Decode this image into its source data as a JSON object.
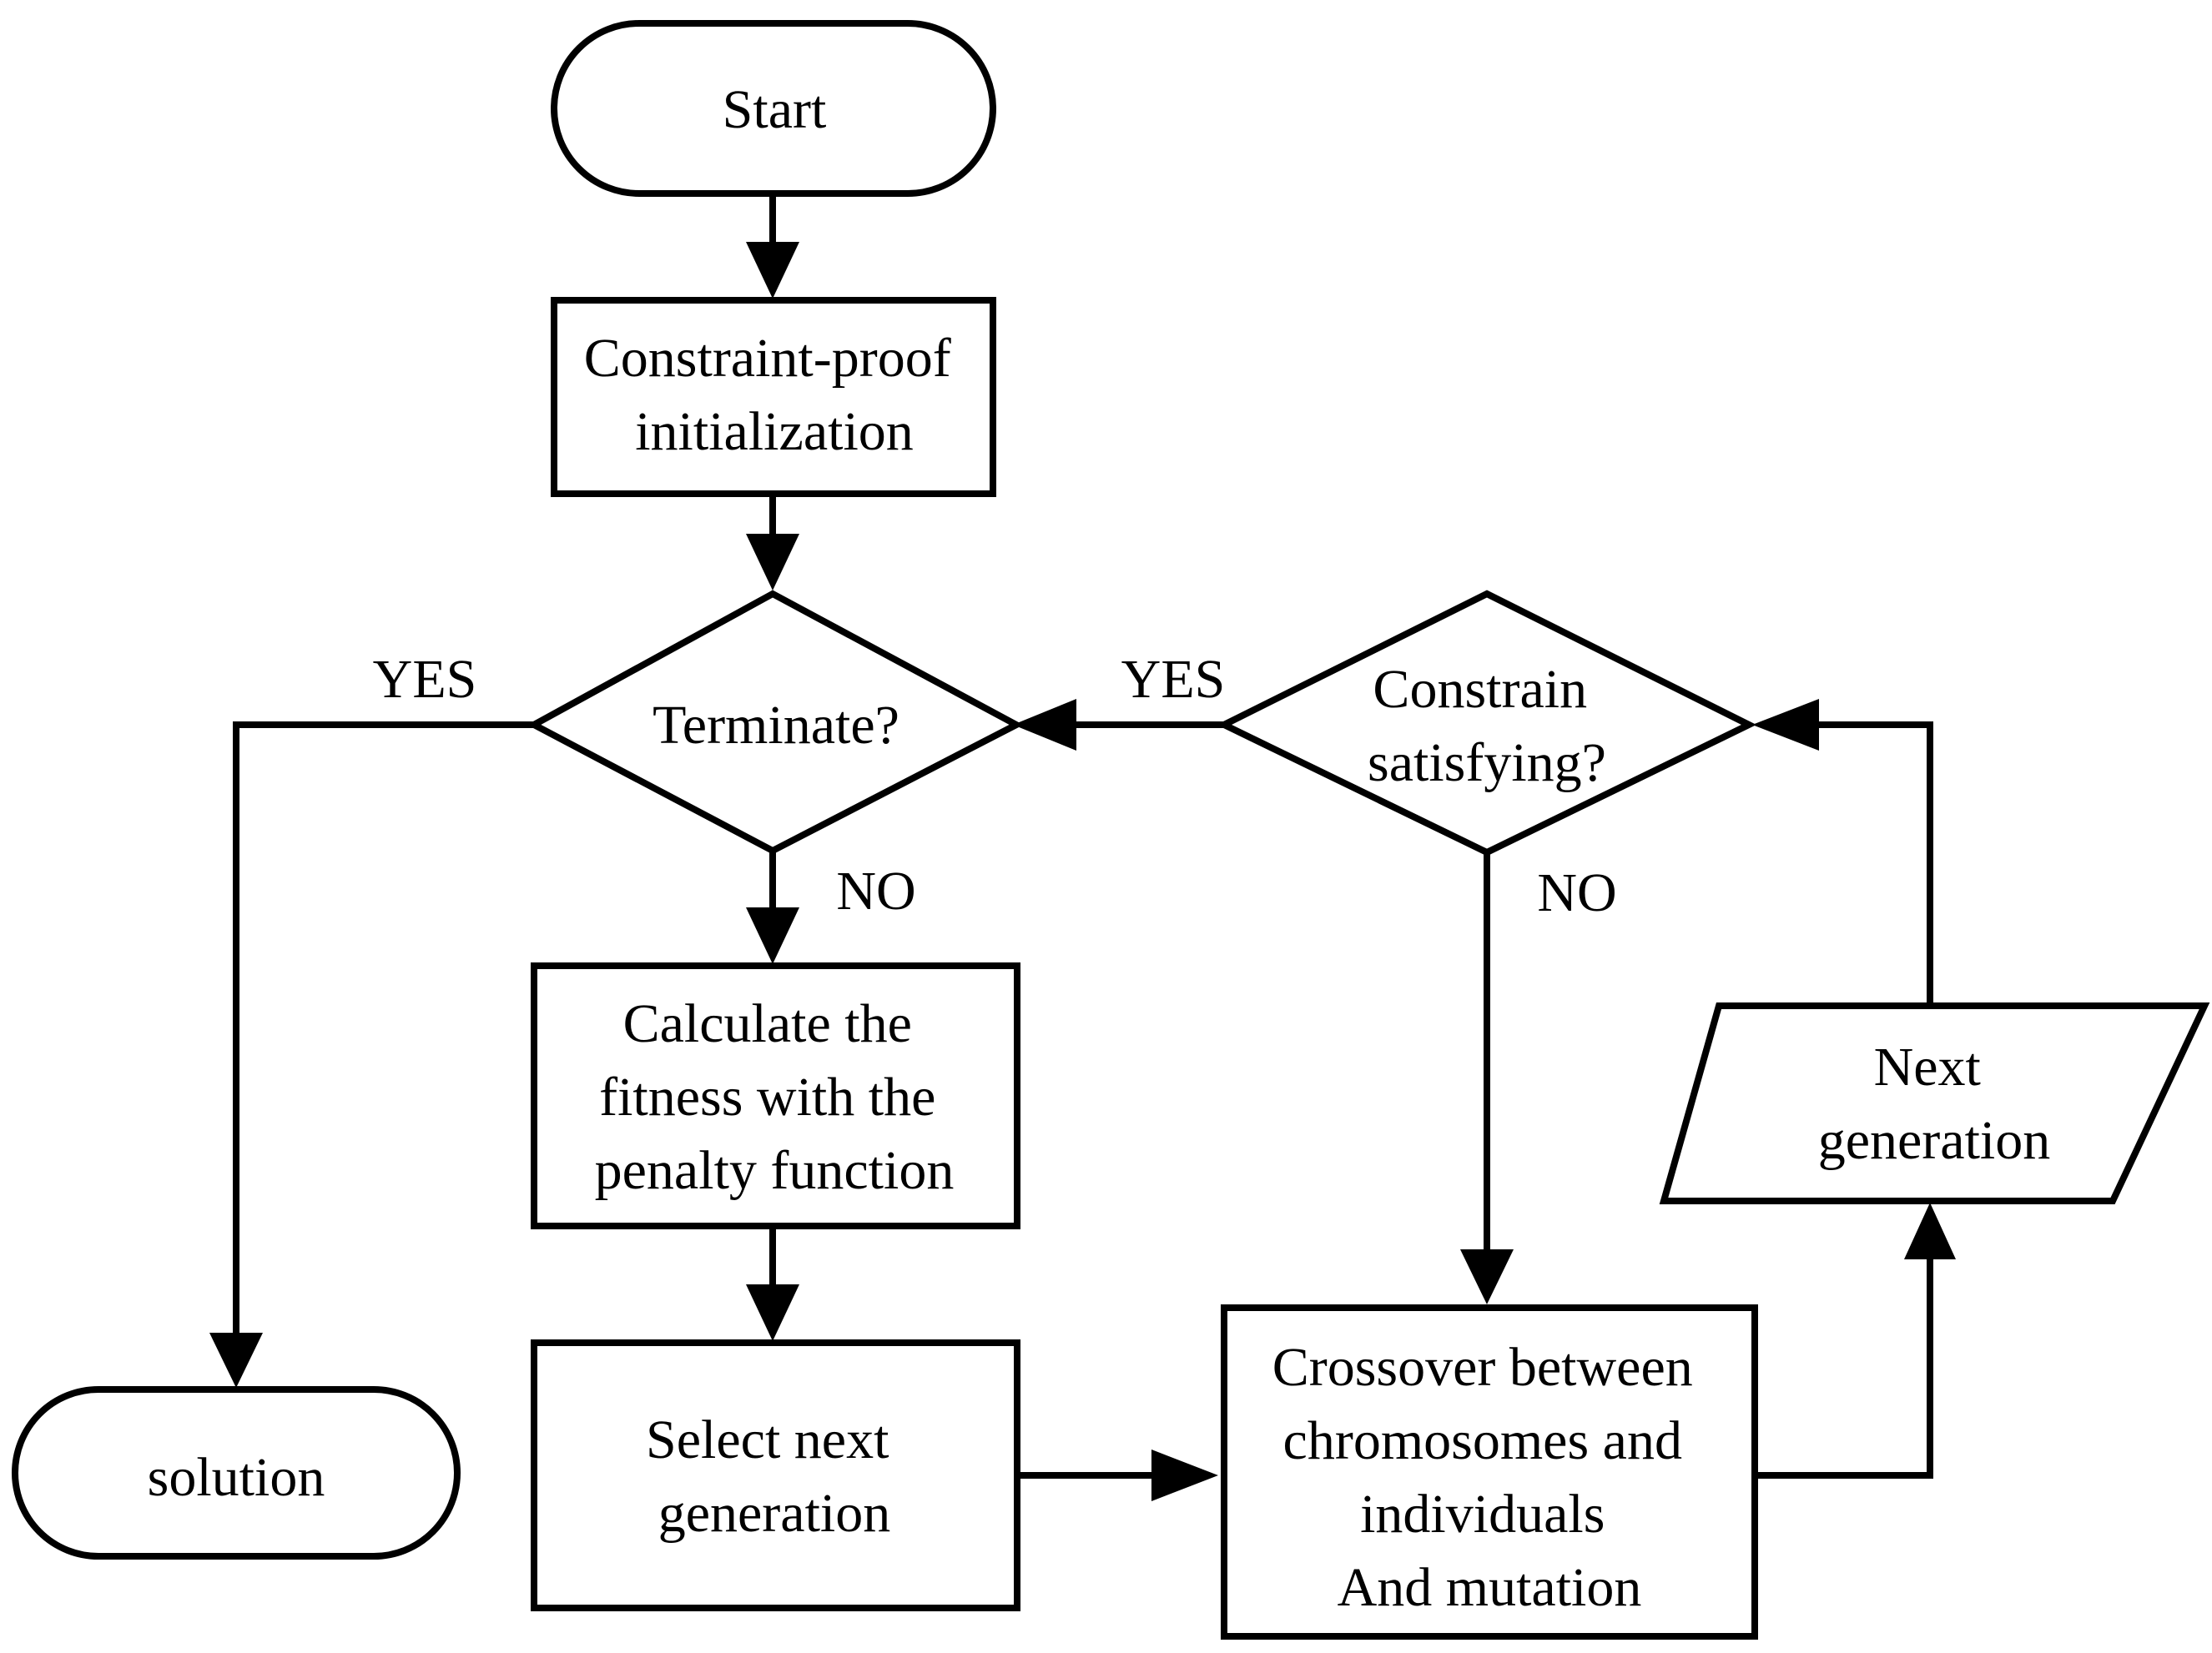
{
  "nodes": {
    "start": {
      "lines": [
        "Start"
      ]
    },
    "init": {
      "lines": [
        "Constraint-proof",
        "initialization"
      ]
    },
    "terminate": {
      "lines": [
        "Terminate?"
      ]
    },
    "constrain": {
      "lines": [
        "Constrain",
        "satisfying?"
      ]
    },
    "fitness": {
      "lines": [
        "Calculate the",
        "fitness with the",
        "penalty function"
      ]
    },
    "select": {
      "lines": [
        "Select next",
        "generation"
      ]
    },
    "crossover": {
      "lines": [
        "Crossover between",
        "chromosomes and",
        "individuals",
        "And mutation"
      ]
    },
    "next_gen": {
      "lines": [
        "Next",
        "generation"
      ]
    },
    "solution": {
      "lines": [
        "solution"
      ]
    }
  },
  "edge_labels": {
    "terminate_yes": "YES",
    "terminate_no": "NO",
    "constrain_yes": "YES",
    "constrain_no": "NO"
  }
}
